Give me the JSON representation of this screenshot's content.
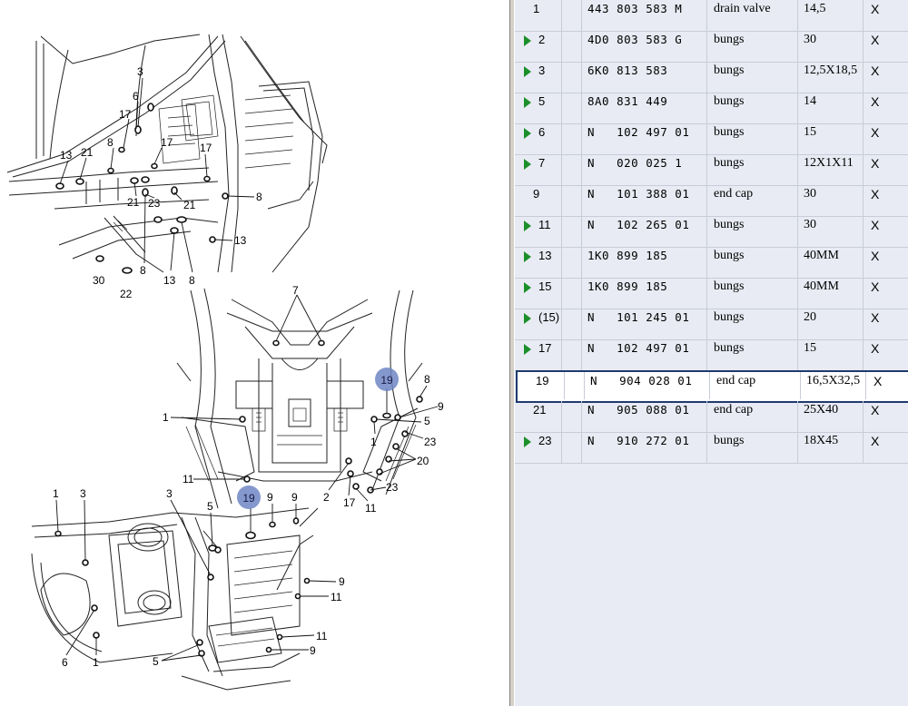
{
  "diagram": {
    "callouts_top": [
      "3",
      "6",
      "17",
      "17",
      "17",
      "8",
      "13",
      "21",
      "21",
      "23",
      "21",
      "8",
      "13",
      "8",
      "30",
      "22",
      "13",
      "8"
    ],
    "callouts_mid": [
      "7",
      "19",
      "8",
      "9",
      "1",
      "5",
      "1",
      "23",
      "20",
      "11",
      "2",
      "17",
      "11",
      "23"
    ],
    "callouts_bot": [
      "19",
      "9",
      "9",
      "1",
      "3",
      "3",
      "5",
      "9",
      "11",
      "11",
      "9",
      "6",
      "1",
      "5"
    ],
    "highlight_label": "19",
    "highlight_color": "#6f86c6"
  },
  "parts": {
    "rows": [
      {
        "pos": "1",
        "has_arrow": false,
        "part": "443 803 583 M",
        "desc": "drain valve",
        "size": "14,5",
        "qty": "X"
      },
      {
        "pos": "2",
        "has_arrow": true,
        "part": "4D0 803 583 G",
        "desc": "bungs",
        "size": "30",
        "qty": "X"
      },
      {
        "pos": "3",
        "has_arrow": true,
        "part": "6K0 813 583",
        "desc": "bungs",
        "size": "12,5X18,5",
        "qty": "X"
      },
      {
        "pos": "5",
        "has_arrow": true,
        "part": "8A0 831 449",
        "desc": "bungs",
        "size": "14",
        "qty": "X"
      },
      {
        "pos": "6",
        "has_arrow": true,
        "part": "N   102 497 01",
        "desc": "bungs",
        "size": "15",
        "qty": "X"
      },
      {
        "pos": "7",
        "has_arrow": true,
        "part": "N   020 025 1",
        "desc": "bungs",
        "size": "12X1X11",
        "qty": "X"
      },
      {
        "pos": "9",
        "has_arrow": false,
        "part": "N   101 388 01",
        "desc": "end cap",
        "size": "30",
        "qty": "X"
      },
      {
        "pos": "11",
        "has_arrow": true,
        "part": "N   102 265 01",
        "desc": "bungs",
        "size": "30",
        "qty": "X"
      },
      {
        "pos": "13",
        "has_arrow": true,
        "part": "1K0 899 185",
        "desc": "bungs",
        "size": "40MM",
        "qty": "X"
      },
      {
        "pos": "15",
        "has_arrow": true,
        "part": "1K0 899 185",
        "desc": "bungs",
        "size": "40MM",
        "qty": "X"
      },
      {
        "pos": "(15)",
        "has_arrow": true,
        "part": "N   101 245 01",
        "desc": "bungs",
        "size": "20",
        "qty": "X"
      },
      {
        "pos": "17",
        "has_arrow": true,
        "part": "N   102 497 01",
        "desc": "bungs",
        "size": "15",
        "qty": "X"
      },
      {
        "pos": "19",
        "has_arrow": false,
        "part": "N   904 028 01",
        "desc": "end cap",
        "size": "16,5X32,5",
        "qty": "X"
      },
      {
        "pos": "21",
        "has_arrow": false,
        "part": "N   905 088 01",
        "desc": "end cap",
        "size": "25X40",
        "qty": "X"
      },
      {
        "pos": "23",
        "has_arrow": true,
        "part": "N   910 272 01",
        "desc": "bungs",
        "size": "18X45",
        "qty": "X"
      }
    ],
    "selected_index": 12
  },
  "colors": {
    "arrow": "#1b8f2a",
    "selection_border": "#1e3a6e",
    "grid_background": "#e8ebf3"
  }
}
